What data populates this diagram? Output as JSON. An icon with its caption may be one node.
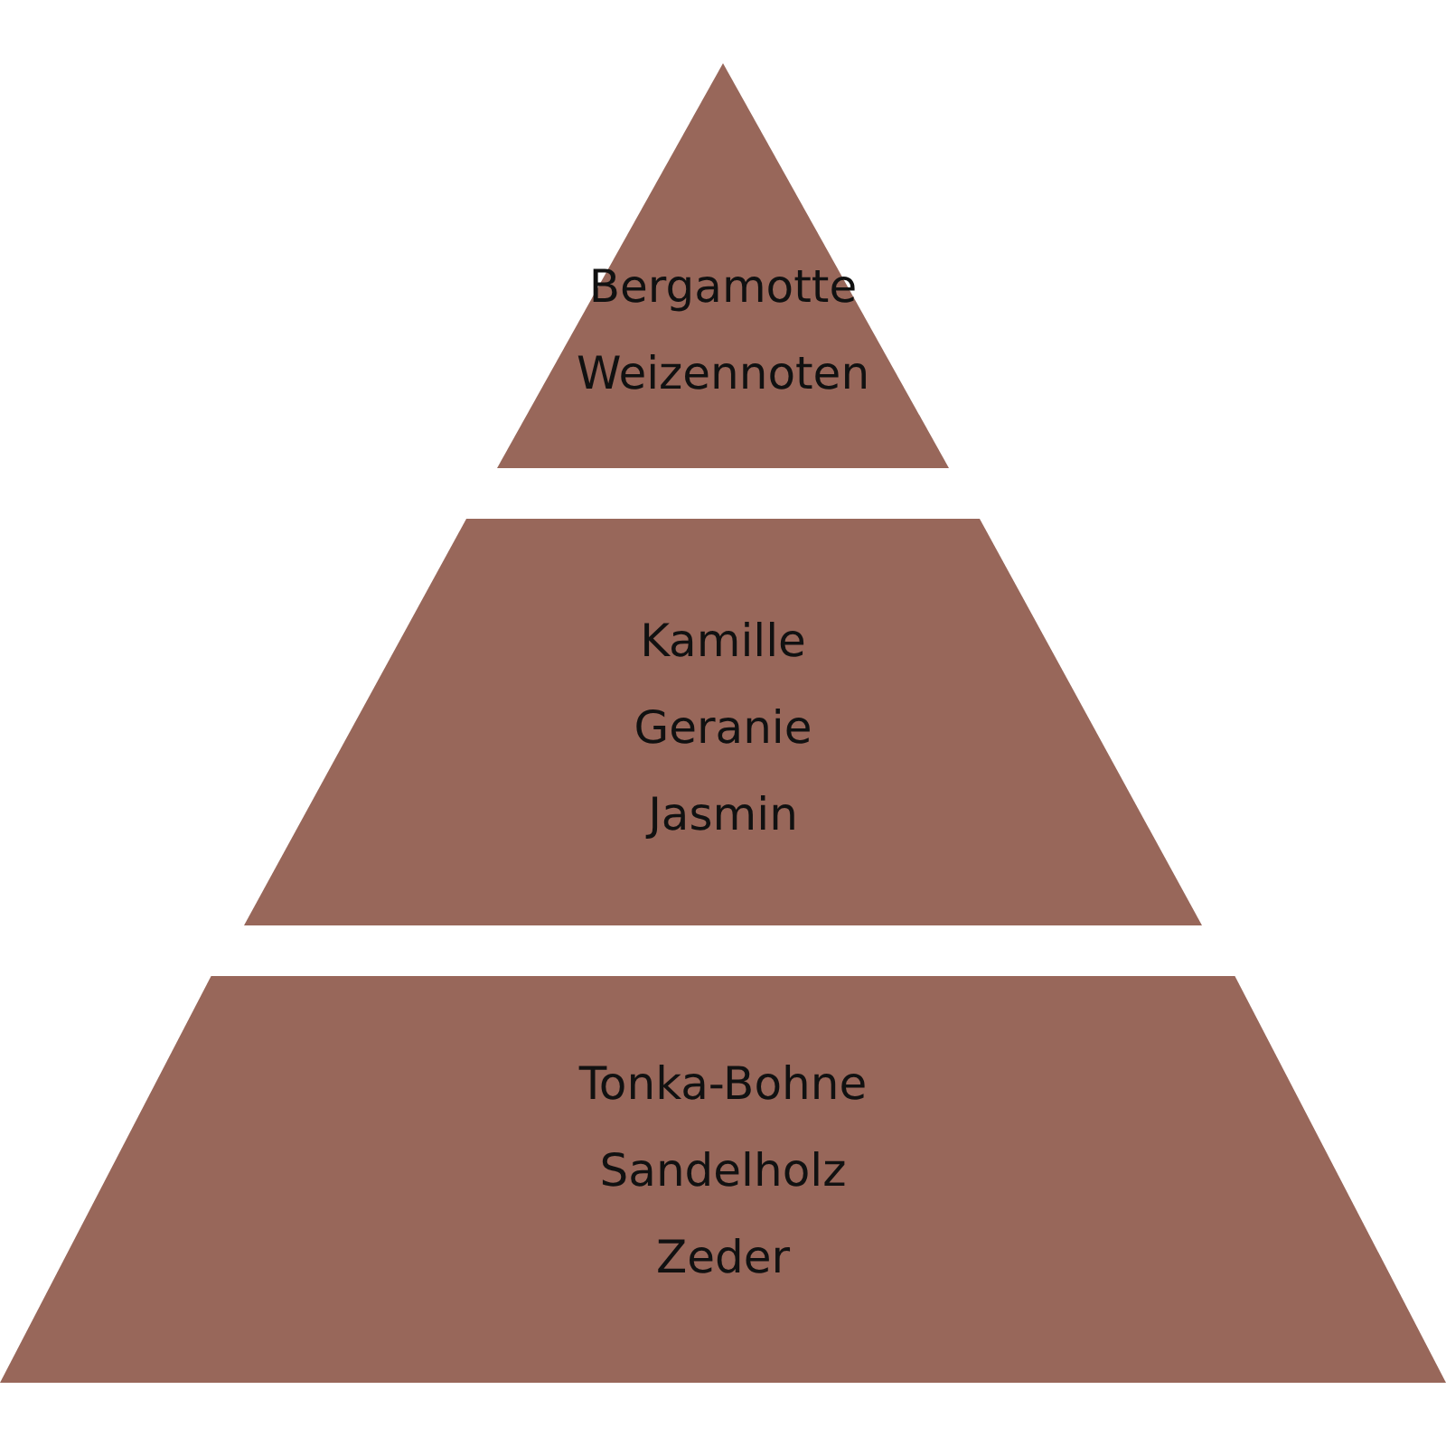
{
  "diagram": {
    "nodes": [
      {
        "text": [
          "Bergamotte",
          "Weizennoten"
        ]
      },
      {
        "text": [
          "Kamille",
          "Geranie",
          "Jasmin"
        ]
      },
      {
        "text": [
          "Tonka-Bohne",
          "Sandelholz",
          "Zeder"
        ]
      }
    ]
  }
}
